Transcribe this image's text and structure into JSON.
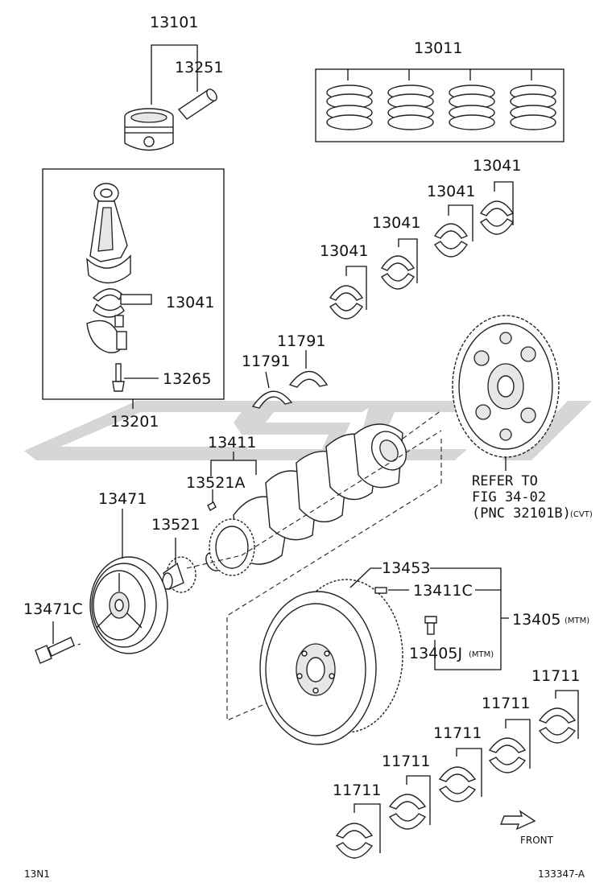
{
  "watermark": {
    "color": "#d6d6d6"
  },
  "labels": {
    "p13101": "13101",
    "p13251": "13251",
    "p13011": "13011",
    "p13041_ring1": "13041",
    "p13041_ring2": "13041",
    "p13041_ring3": "13041",
    "p13041_ring4": "13041",
    "p13041_rod": "13041",
    "p13265": "13265",
    "p13201": "13201",
    "p11791_left": "11791",
    "p11791_right": "11791",
    "p13411": "13411",
    "p13521A": "13521A",
    "p13471": "13471",
    "p13521": "13521",
    "p13471C": "13471C",
    "p13453": "13453",
    "p13411C": "13411C",
    "p13405": "13405",
    "p13405_note": "(MTM)",
    "p13405J": "13405J",
    "p13405J_note": "(MTM)",
    "p11711_1": "11711",
    "p11711_2": "11711",
    "p11711_3": "11711",
    "p11711_4": "11711",
    "p11711_5": "11711"
  },
  "refer_note": {
    "line1": "REFER TO",
    "line2": "FIG 34-02",
    "line3": "(PNC 32101B)",
    "suffix": "(CVT)"
  },
  "front_label": "FRONT",
  "footer": {
    "left": "13N1",
    "right": "133347-A"
  }
}
